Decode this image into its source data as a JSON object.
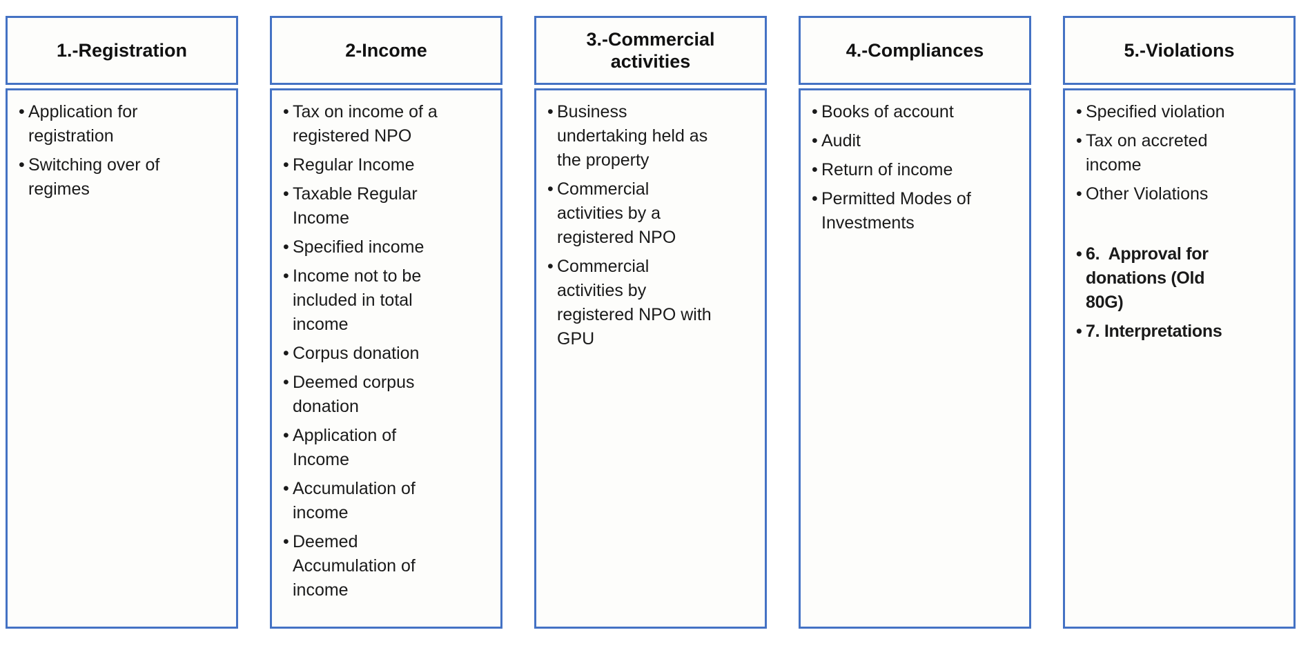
{
  "colors": {
    "border_blue": "#4472C4",
    "box_background": "#fdfdfb",
    "text": "#1a1a1a"
  },
  "glyphs": {
    "bullet": "•"
  },
  "columns": [
    {
      "title": "1.-Registration",
      "items": [
        {
          "text": "Application for registration"
        },
        {
          "text": "Switching over of regimes"
        }
      ]
    },
    {
      "title": "2-Income",
      "items": [
        {
          "text": "Tax on income of a registered NPO"
        },
        {
          "text": "Regular Income"
        },
        {
          "text": "Taxable Regular Income"
        },
        {
          "text": "Specified income"
        },
        {
          "text": "Income not to be included in total income"
        },
        {
          "text": "Corpus donation"
        },
        {
          "text": "Deemed corpus donation"
        },
        {
          "text": "Application of Income"
        },
        {
          "text": "Accumulation of income"
        },
        {
          "text": "Deemed Accumulation of income"
        }
      ]
    },
    {
      "title": "3.-Commercial activities",
      "items": [
        {
          "text": "Business undertaking held as the property"
        },
        {
          "text": "Commercial activities by a registered NPO"
        },
        {
          "text": "Commercial activities by registered NPO with GPU"
        }
      ]
    },
    {
      "title": "4.-Compliances",
      "items": [
        {
          "text": "Books of account"
        },
        {
          "text": "Audit"
        },
        {
          "text": "Return of income"
        },
        {
          "text": "Permitted Modes of Investments"
        }
      ]
    },
    {
      "title": "5.-Violations",
      "items": [
        {
          "text": "Specified violation"
        },
        {
          "text": "Tax on accreted income"
        },
        {
          "text": "Other Violations"
        },
        {
          "text": "6.  Approval for donations (Old 80G)",
          "bold": true
        },
        {
          "text": "7. Interpretations",
          "bold": true
        }
      ]
    }
  ]
}
